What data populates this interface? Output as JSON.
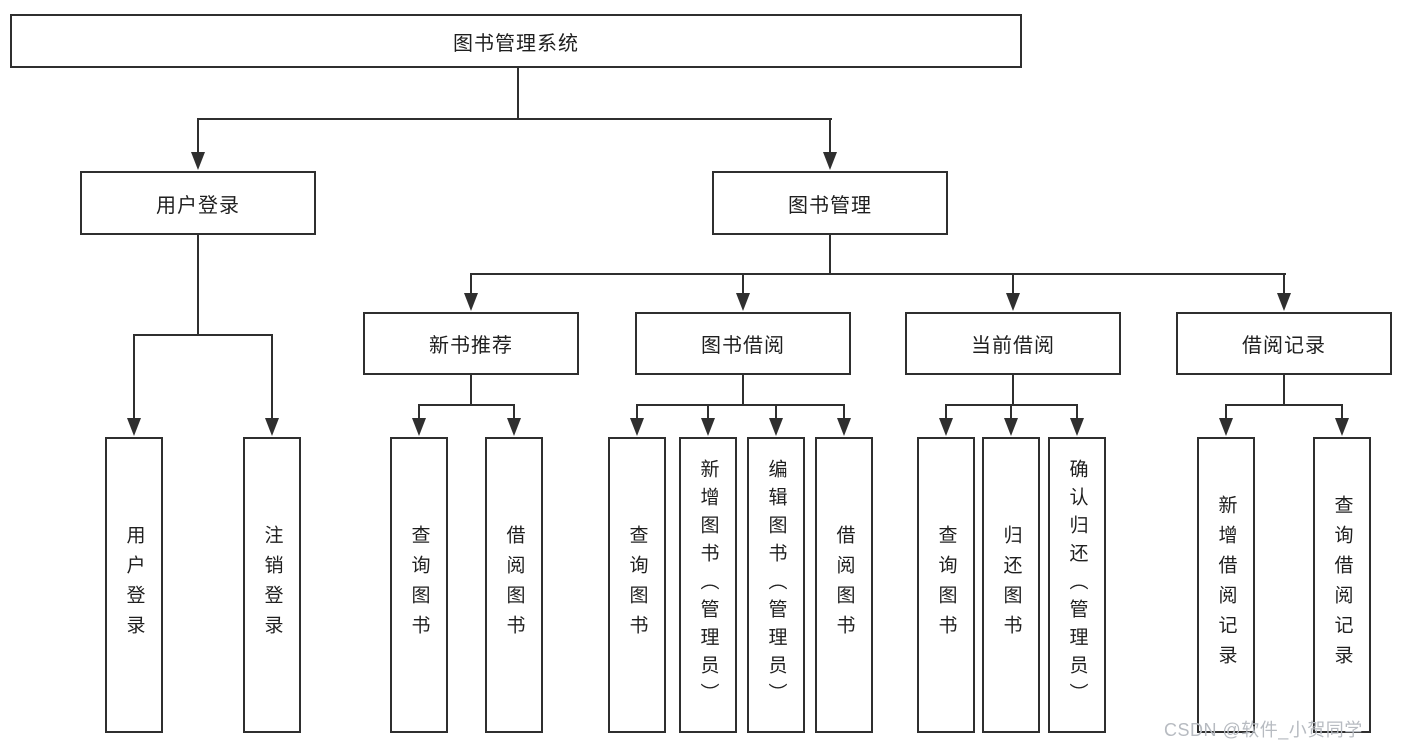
{
  "nodes": {
    "root": "图书管理系统",
    "user_login": "用户登录",
    "book_mgmt": "图书管理",
    "new_books": "新书推荐",
    "book_borrow": "图书借阅",
    "current_borrow": "当前借阅",
    "borrow_records": "借阅记录",
    "leaf_user_login": "用户登录",
    "leaf_logout": "注销登录",
    "leaf_nb_query": "查询图书",
    "leaf_nb_borrow": "借阅图书",
    "leaf_bb_query": "查询图书",
    "leaf_bb_add": "新增图书（管理员）",
    "leaf_bb_edit": "编辑图书（管理员）",
    "leaf_bb_borrow": "借阅图书",
    "leaf_cb_query": "查询图书",
    "leaf_cb_return": "归还图书",
    "leaf_cb_confirm": "确认归还（管理员）",
    "leaf_br_add": "新增借阅记录",
    "leaf_br_query": "查询借阅记录"
  },
  "watermark": "CSDN @软件_小贺同学",
  "colors": {
    "line": "#2f2f2f",
    "text": "#1f1f1f",
    "background": "#ffffff",
    "watermark": "#b7bbc1"
  }
}
